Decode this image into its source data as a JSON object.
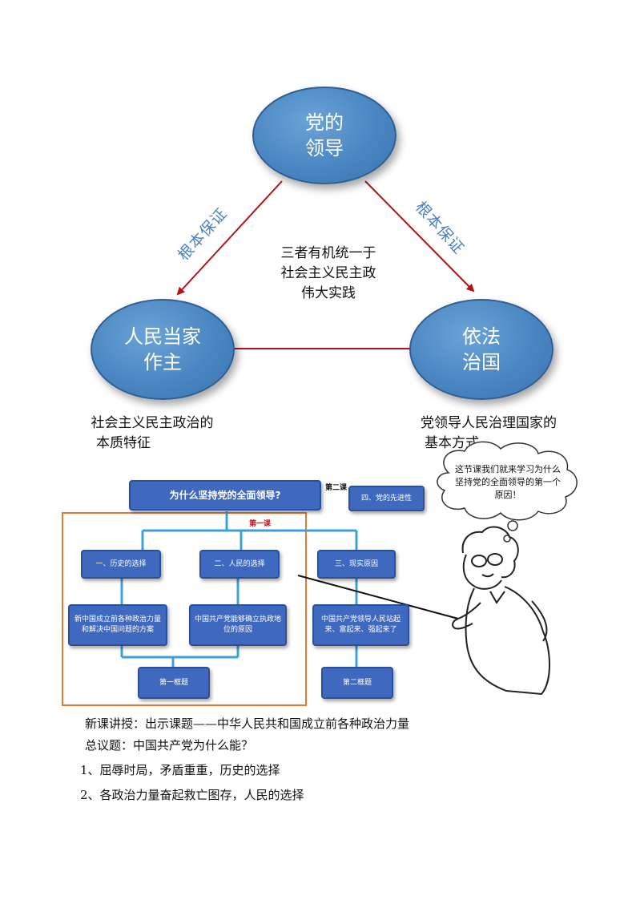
{
  "top_diagram": {
    "nodes": {
      "top": [
        "党的",
        "领导"
      ],
      "left": [
        "人民当家",
        "作主"
      ],
      "right": [
        "依法",
        "治国"
      ]
    },
    "edge_labels": {
      "left": "根本保证",
      "right": "根本保证"
    },
    "center_text": [
      "三者有机统一于",
      "社会主义民主政",
      "伟大实践"
    ],
    "captions": {
      "left": [
        "社会主义民主政治的",
        "本质特征"
      ],
      "right": [
        "党领导人民治理国家的",
        "基本方式"
      ]
    },
    "colors": {
      "arrow": "#b3121c",
      "node": "#4a86c2",
      "edge_label": "#4b7fc0"
    }
  },
  "flowchart": {
    "root": "为什么坚持党的全面领导?",
    "second_lesson_label": "第二课",
    "side_box": "四、党的先进性",
    "first_lesson_label": "第一课",
    "level1": [
      "一、历史的选择",
      "二、人民的选择",
      "三、现实原因"
    ],
    "level2": [
      "新中国成立前各种政治力量和解决中国问题的方案",
      "中国共产党能够确立执政地位的原因",
      "中国共产党领导人民站起来、富起来、强起来了"
    ],
    "frames": [
      "第一框题",
      "第二框题"
    ],
    "colors": {
      "box": "#3f68bf",
      "connector": "#3fa0d8",
      "highlight_frame": "#e07b3c",
      "red_label": "#c0161c"
    }
  },
  "speech_bubble": "这节课我们就来学习为什么坚持党的全面领导的第一个原因！",
  "body_text": [
    "新课讲授：出示课题——中华人民共和国成立前各种政治力量",
    "总议题：中国共产党为什么能？",
    "1、屈辱时局，矛盾重重，历史的选择",
    "2、各政治力量奋起救亡图存，人民的选择"
  ]
}
